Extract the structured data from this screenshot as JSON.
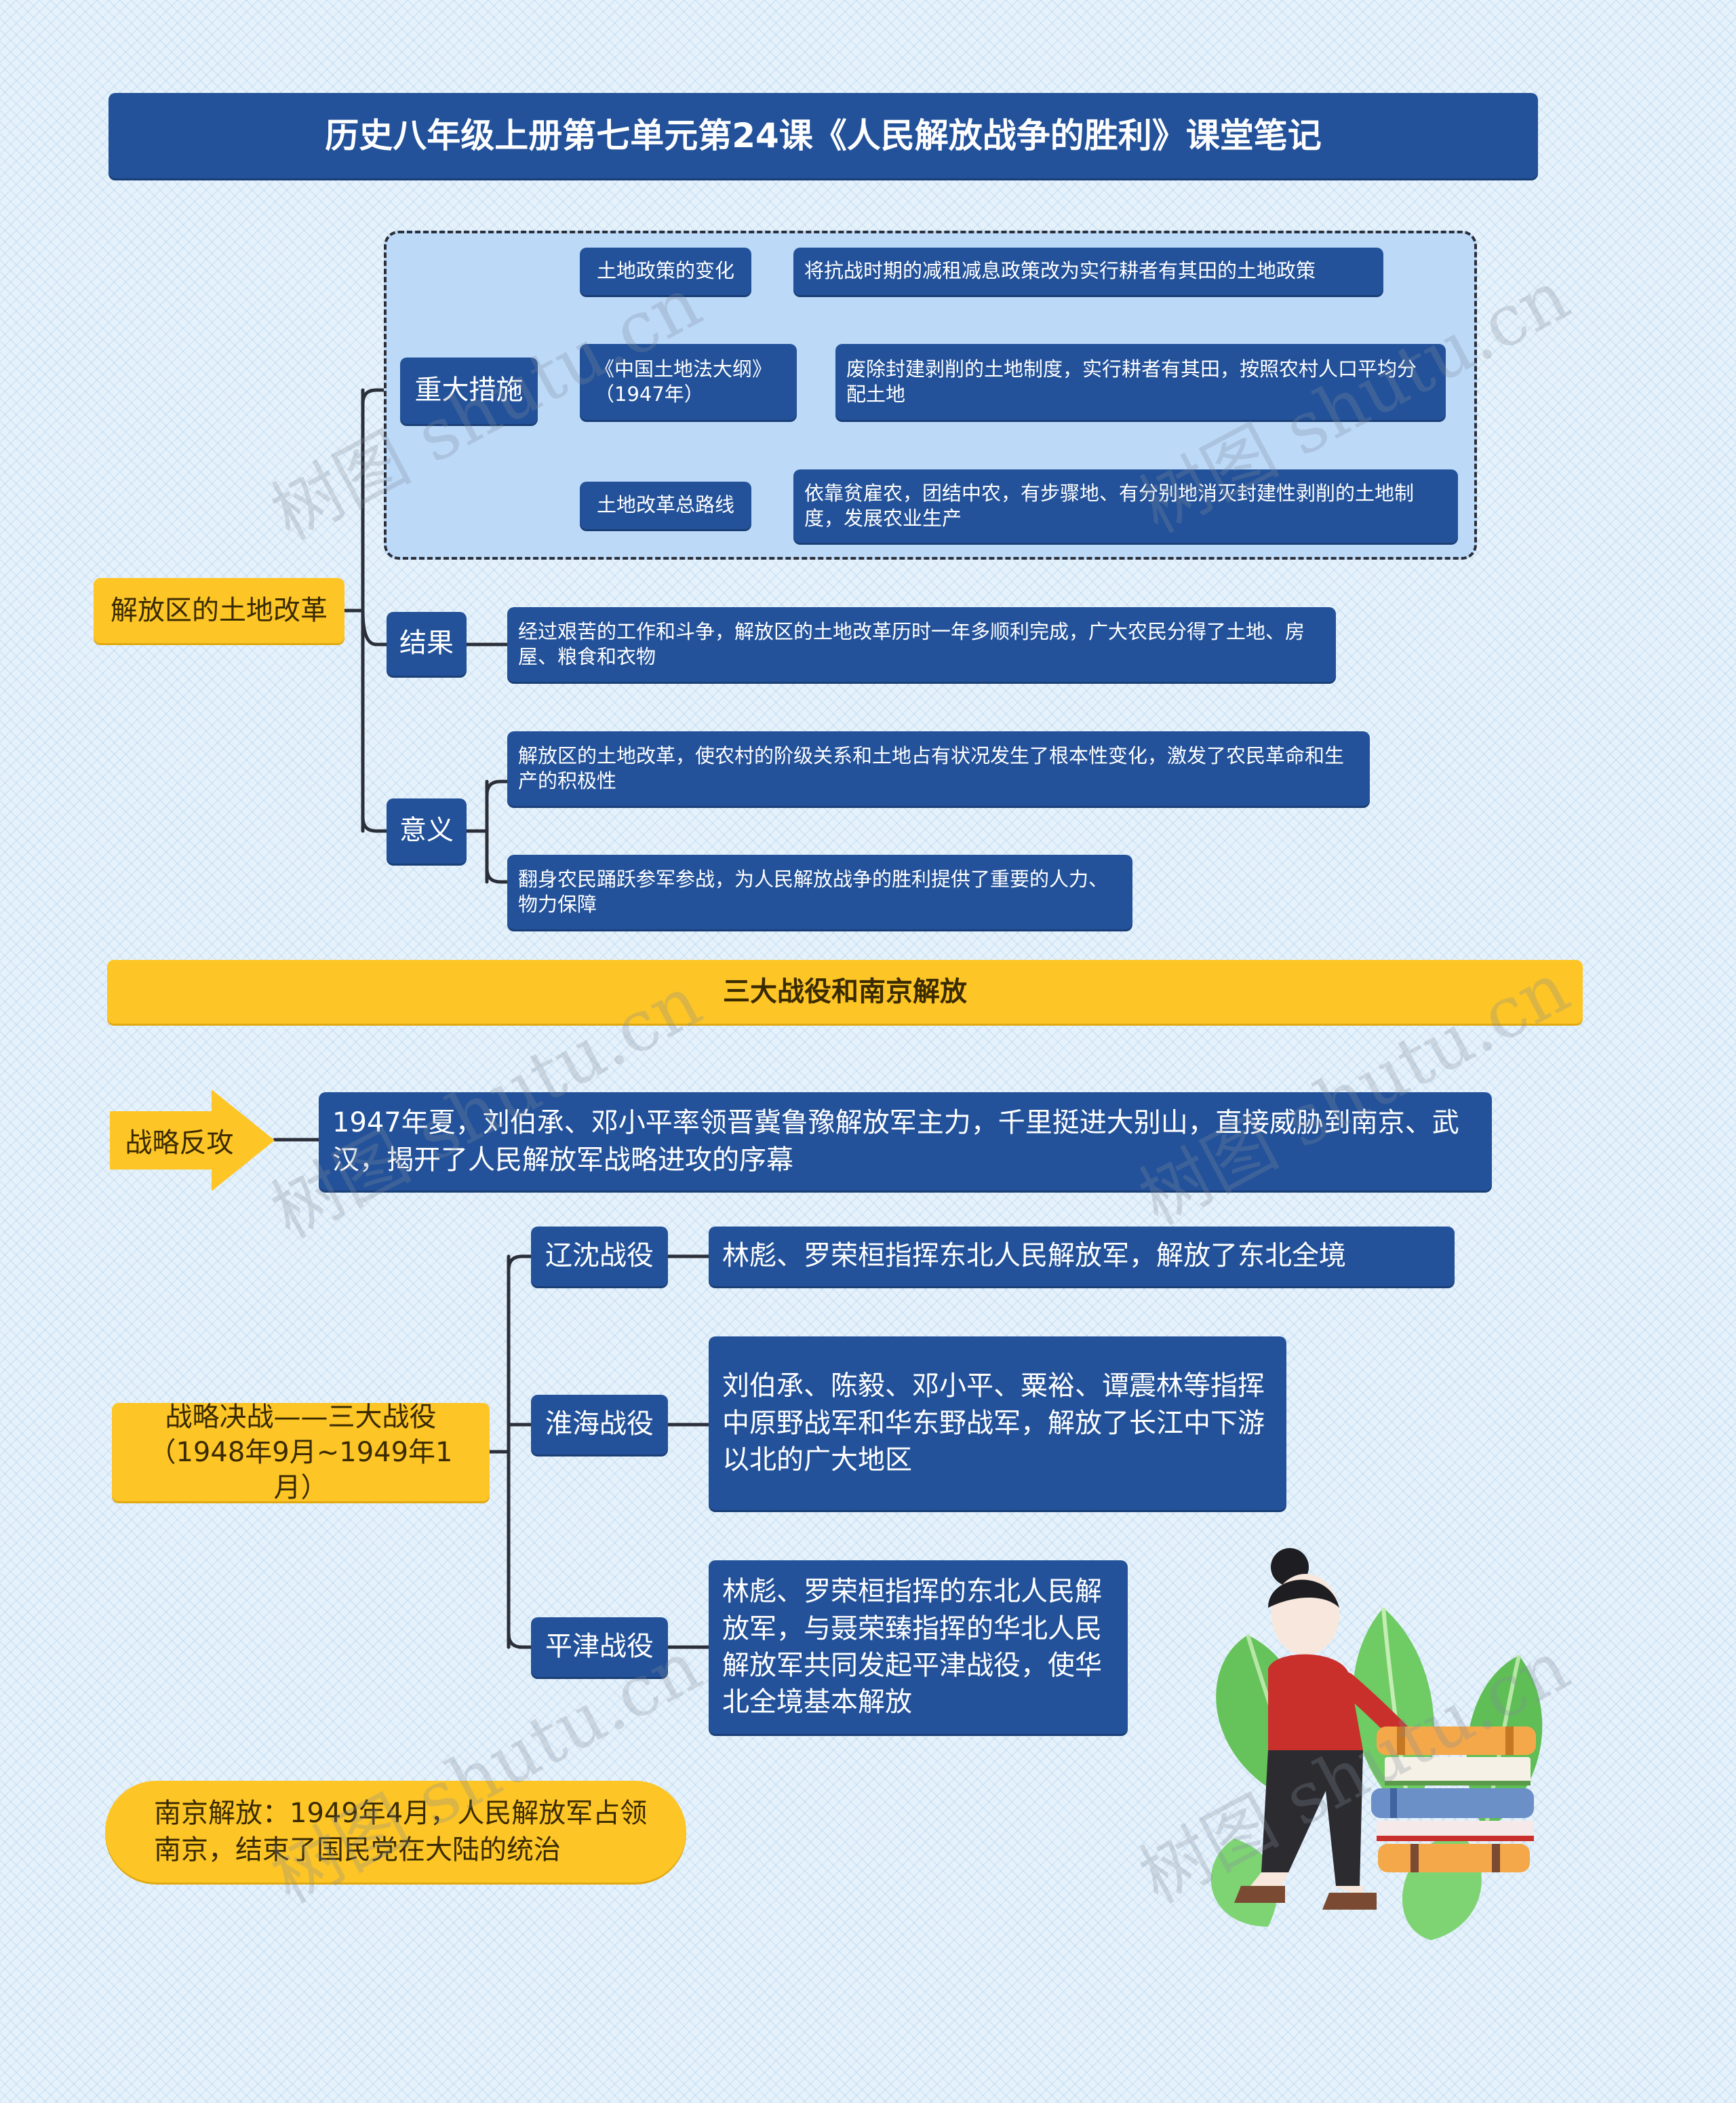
{
  "title": "历史八年级上册第七单元第24课《人民解放战争的胜利》课堂笔记",
  "land_reform": {
    "root": "解放区的土地改革",
    "measures": {
      "label": "重大措施",
      "items": [
        {
          "label": "土地政策的变化",
          "detail": "将抗战时期的减租减息政策改为实行耕者有其田的土地政策"
        },
        {
          "label": "《中国土地法大纲》（1947年）",
          "detail": "废除封建剥削的土地制度，实行耕者有其田，按照农村人口平均分配土地"
        },
        {
          "label": "土地改革总路线",
          "detail": "依靠贫雇农，团结中农，有步骤地、有分别地消灭封建性剥削的土地制度，发展农业生产"
        }
      ]
    },
    "result": {
      "label": "结果",
      "detail": "经过艰苦的工作和斗争，解放区的土地改革历时一年多顺利完成，广大农民分得了土地、房屋、粮食和衣物"
    },
    "significance": {
      "label": "意义",
      "items": [
        "解放区的土地改革，使农村的阶级关系和土地占有状况发生了根本性变化，激发了农民革命和生产的积极性",
        "翻身农民踊跃参军参战，为人民解放战争的胜利提供了重要的人力、物力保障"
      ]
    }
  },
  "section2_title": "三大战役和南京解放",
  "counteroffensive": {
    "label": "战略反攻",
    "detail": "1947年夏，刘伯承、邓小平率领晋冀鲁豫解放军主力，千里挺进大别山，直接威胁到南京、武汉，揭开了人民解放军战略进攻的序幕"
  },
  "decisive": {
    "label": "战略决战——三大战役（1948年9月~1949年1月）",
    "campaigns": [
      {
        "label": "辽沈战役",
        "detail": "林彪、罗荣桓指挥东北人民解放军，解放了东北全境"
      },
      {
        "label": "淮海战役",
        "detail": "刘伯承、陈毅、邓小平、粟裕、谭震林等指挥中原野战军和华东野战军，解放了长江中下游以北的广大地区"
      },
      {
        "label": "平津战役",
        "detail": "林彪、罗荣桓指挥的东北人民解放军，与聂荣臻指挥的华北人民解放军共同发起平津战役，使华北全境基本解放"
      }
    ]
  },
  "nanjing": "南京解放：1949年4月，人民解放军占领南京，结束了国民党在大陆的统治",
  "watermark": "树图 shutu.cn",
  "colors": {
    "primary": "#23529a",
    "accent": "#fdc526",
    "line": "#2a2f3a",
    "region": "#bcd9f8"
  }
}
